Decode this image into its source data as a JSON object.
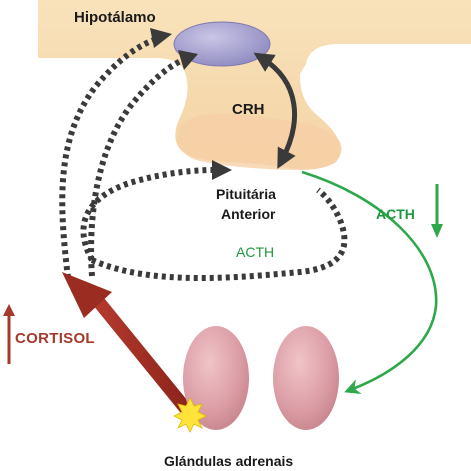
{
  "labels": {
    "hypothalamus": "Hipotálamo",
    "crh": "CRH",
    "pituitary_line1": "Pituitária",
    "pituitary_line2": "Anterior",
    "acth_right": "ACTH",
    "acth_center": "ACTH",
    "cortisol": "CORTISOL",
    "adrenal_glands": "Glándulas adrenais"
  },
  "colors": {
    "tissue": "#f7dcb0",
    "hypothalamus_nucleus": "#9e9ac8",
    "crh_arrow": "#3a3a3a",
    "acth_arrow": "#2ea84a",
    "cortisol_arrow": "#9b2c22",
    "feedback_dots": "#3a3a3a",
    "adrenal_gland": "#d89aa2",
    "text_dark": "#1a1a1a",
    "text_green": "#1e9a3e",
    "text_red": "#a33a2c"
  }
}
